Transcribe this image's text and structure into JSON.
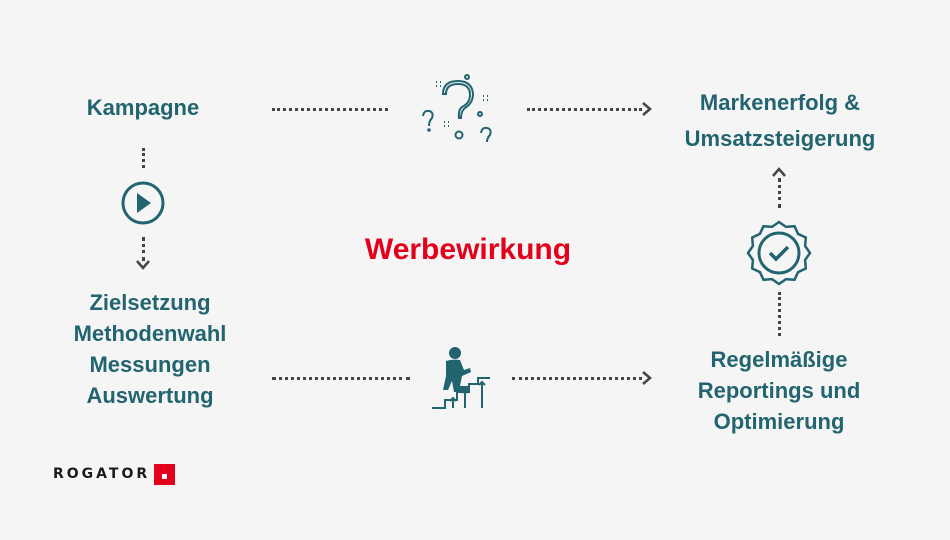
{
  "title": "Werbewirkung",
  "nodes": {
    "kampagne": "Kampagne",
    "markenerfolg": [
      "Markenerfolg &",
      "Umsatzsteigerung"
    ],
    "left_steps": [
      "Zielsetzung",
      "Methodenwahl",
      "Messungen",
      "Auswertung"
    ],
    "reporting": [
      "Regelmäßige",
      "Reportings und",
      "Optimierung"
    ]
  },
  "logo": "ROGATOR",
  "colors": {
    "teal": "#22646f",
    "red": "#e2001a",
    "background": "#f5f5f5",
    "dots": "#444444"
  }
}
